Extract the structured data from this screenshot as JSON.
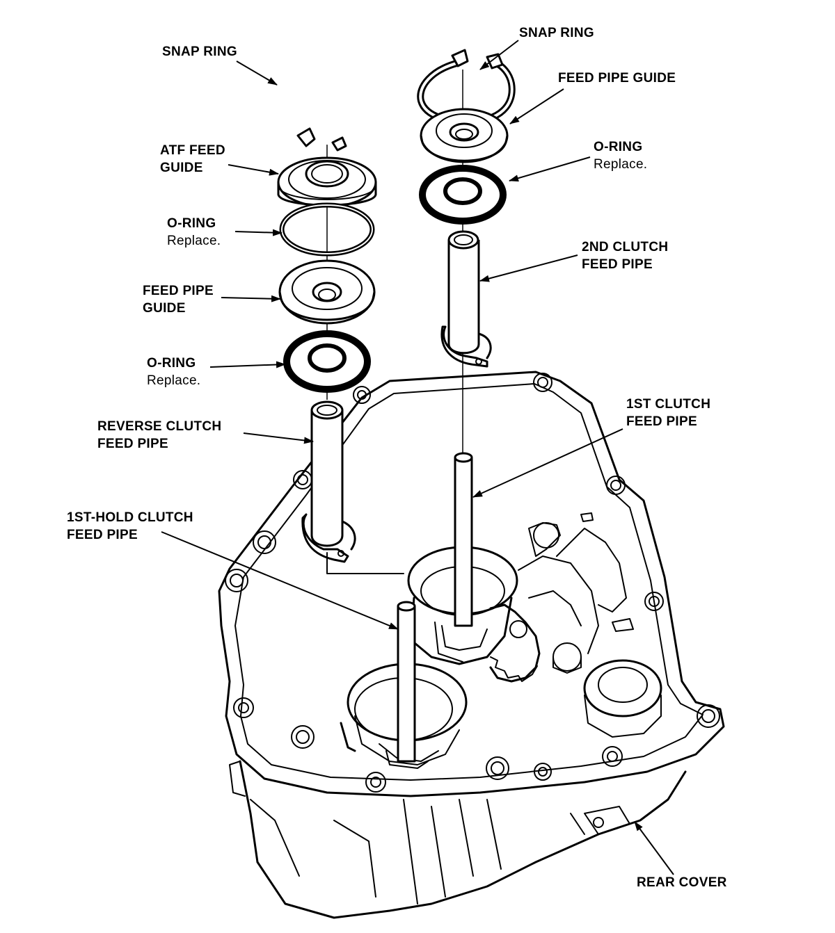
{
  "labels": {
    "snap_ring_left": "SNAP RING",
    "snap_ring_right": "SNAP RING",
    "atf_feed_guide_1": "ATF FEED",
    "atf_feed_guide_2": "GUIDE",
    "feed_pipe_guide_right": "FEED PIPE GUIDE",
    "o_ring_right": "O-RING",
    "o_ring_right_note": "Replace.",
    "o_ring_left_top": "O-RING",
    "o_ring_left_top_note": "Replace.",
    "second_clutch_1": "2ND CLUTCH",
    "second_clutch_2": "FEED PIPE",
    "feed_pipe_guide_left_1": "FEED PIPE",
    "feed_pipe_guide_left_2": "GUIDE",
    "o_ring_left_bottom": "O-RING",
    "o_ring_left_bottom_note": "Replace.",
    "first_clutch_1": "1ST CLUTCH",
    "first_clutch_2": "FEED PIPE",
    "reverse_clutch_1": "REVERSE CLUTCH",
    "reverse_clutch_2": "FEED PIPE",
    "first_hold_1": "1ST-HOLD CLUTCH",
    "first_hold_2": "FEED PIPE",
    "rear_cover": "REAR COVER"
  }
}
